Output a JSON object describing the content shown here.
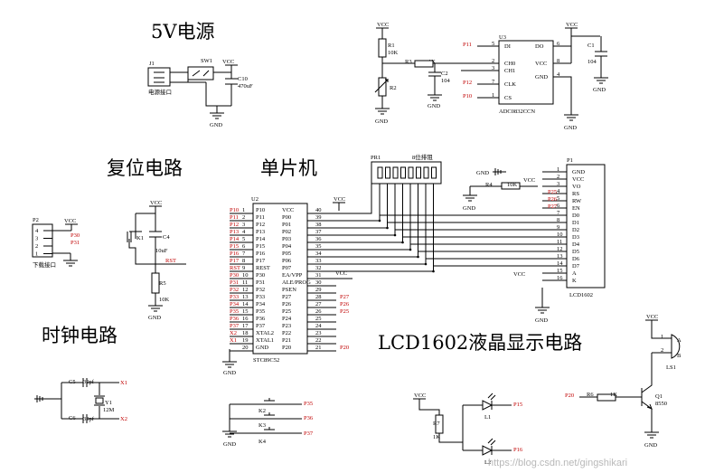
{
  "titles": {
    "power": "5V电源",
    "reset": "复位电路",
    "mcu": "单片机",
    "clock": "时钟电路",
    "lcd": "LCD1602液晶显示电路"
  },
  "net": {
    "vcc": "VCC",
    "gnd": "GND"
  },
  "power": {
    "j1": "J1",
    "j1_name": "电源接口",
    "sw": "SW1",
    "cap": "C10",
    "cap_val": "470uF"
  },
  "adc": {
    "ref": "U3",
    "name": "ADC0832CCN",
    "r1": "R1",
    "r1_val": "10K",
    "r2": "R2",
    "r3": "R3",
    "r3_val": "1K",
    "c2": "C2",
    "c2_val": "104",
    "c1": "C1",
    "c1_val": "104",
    "left_pins": [
      "DI",
      "CH0",
      "CH1",
      "CLK",
      "CS"
    ],
    "right_pins": [
      "DO",
      "VCC",
      "GND"
    ],
    "left_nums": [
      "5",
      "2",
      "3",
      "7",
      "1"
    ],
    "right_nums": [
      "6",
      "8",
      "4"
    ],
    "nets": [
      "P11",
      "P12",
      "P10"
    ]
  },
  "pr": {
    "ref": "PR1",
    "name": "8位排阻"
  },
  "lcd": {
    "ref": "P1",
    "name": "LCD1602",
    "r4": "R4",
    "r4_val": "10K",
    "pins": [
      "GND",
      "VCC",
      "VO",
      "RS",
      "RW",
      "EN",
      "D0",
      "D1",
      "D2",
      "D3",
      "D4",
      "D5",
      "D6",
      "D7",
      "A",
      "K"
    ],
    "nums": [
      "1",
      "2",
      "3",
      "4",
      "5",
      "6",
      "7",
      "8",
      "9",
      "10",
      "11",
      "12",
      "13",
      "14",
      "15",
      "16"
    ],
    "nets": [
      "P25",
      "P26",
      "P27"
    ]
  },
  "mcu": {
    "ref": "U2",
    "name": "STC89C52",
    "left_pins": [
      "P10",
      "P11",
      "P12",
      "P13",
      "P14",
      "P15",
      "P16",
      "P17",
      "REST",
      "P30",
      "P31",
      "P32",
      "P33",
      "P34",
      "P35",
      "P36",
      "P37",
      "XTAL2",
      "XTAL1",
      "GND"
    ],
    "left_nums": [
      "1",
      "2",
      "3",
      "4",
      "5",
      "6",
      "7",
      "8",
      "9",
      "10",
      "11",
      "12",
      "13",
      "14",
      "15",
      "16",
      "17",
      "18",
      "19",
      "20"
    ],
    "left_nets": [
      "P10",
      "P11",
      "P12",
      "P13",
      "P14",
      "P15",
      "P16",
      "P17",
      "RST",
      "P30",
      "P31",
      "P32",
      "P33",
      "P34",
      "P35",
      "P36",
      "P37",
      "X2",
      "X1",
      ""
    ],
    "right_pins": [
      "VCC",
      "P00",
      "P01",
      "P02",
      "P03",
      "P04",
      "P05",
      "P06",
      "P07",
      "EA/VPP",
      "ALE/PROG",
      "PSEN",
      "P27",
      "P26",
      "P25",
      "P24",
      "P23",
      "P22",
      "P21",
      "P20"
    ],
    "right_nums": [
      "40",
      "39",
      "38",
      "37",
      "36",
      "35",
      "34",
      "33",
      "32",
      "31",
      "30",
      "29",
      "28",
      "27",
      "26",
      "25",
      "24",
      "23",
      "22",
      "21"
    ],
    "right_nets": [
      "P27",
      "P26",
      "P25",
      "P20"
    ]
  },
  "prog": {
    "ref": "P2",
    "name": "下载接口",
    "nums": [
      "4",
      "3",
      "2",
      "1"
    ],
    "nets": [
      "P30",
      "P31"
    ]
  },
  "reset": {
    "k": "K1",
    "c": "C4",
    "c_val": "10uF",
    "r": "R5",
    "r_val": "10K",
    "net": "RST"
  },
  "clock": {
    "c5": "C5",
    "c5_val": "30pf",
    "c6": "C6",
    "c6_val": "30pf",
    "y": "Y1",
    "y_val": "12M",
    "x1": "X1",
    "x2": "X2"
  },
  "keys": {
    "k2": "K2",
    "k3": "K3",
    "k4": "K4",
    "nets": [
      "P35",
      "P36",
      "P37"
    ]
  },
  "leds": {
    "r": "R7",
    "r_val": "1K",
    "l1": "L1",
    "l2": "L2",
    "nets": [
      "P15",
      "P16"
    ]
  },
  "buzzer": {
    "ls": "LS1",
    "q": "Q1",
    "q_val": "8550",
    "r": "R6",
    "r_val": "1K",
    "net": "P20",
    "a": "A",
    "b": "B",
    "n1": "1",
    "n2": "2"
  },
  "watermark": "https://blog.csdn.net/gingshikari"
}
